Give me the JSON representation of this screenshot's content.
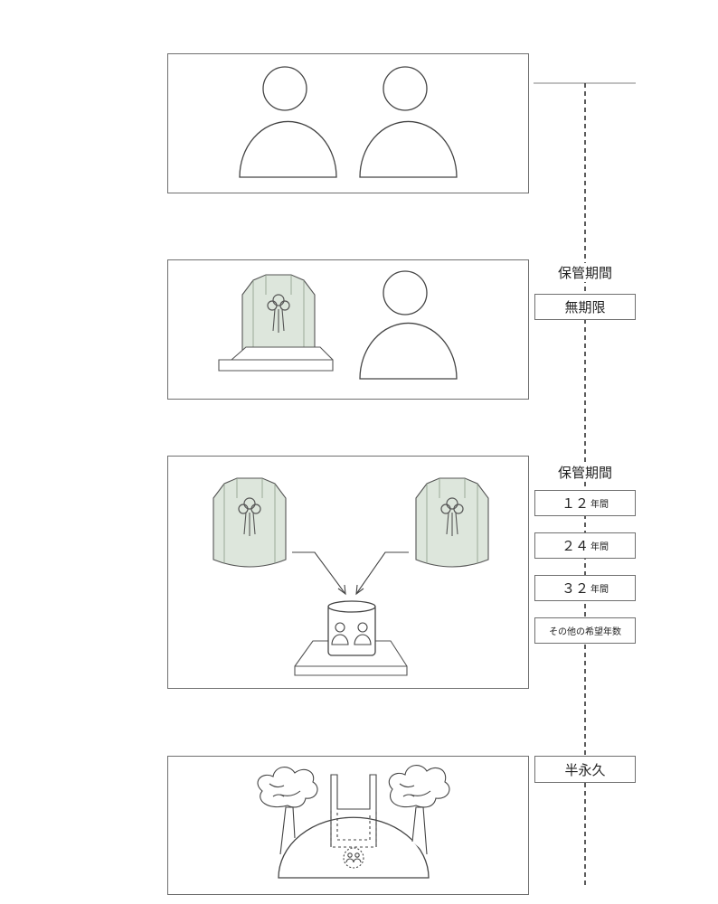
{
  "colors": {
    "line": "#555555",
    "urn_fill": "#dde6dc",
    "border": "#6f6f6f"
  },
  "timeline": {
    "stage2": {
      "heading": "保管期間",
      "period": "無期限"
    },
    "stage3": {
      "heading": "保管期間",
      "options": [
        {
          "num": "１２",
          "unit": "年間"
        },
        {
          "num": "２４",
          "unit": "年間"
        },
        {
          "num": "３２",
          "unit": "年間"
        }
      ],
      "other": "その他の希望年数"
    },
    "stage4": {
      "period": "半永久"
    }
  },
  "icons": {
    "stage1": [
      "person-icon",
      "person-icon"
    ],
    "stage2": [
      "urn-icon",
      "person-icon"
    ],
    "stage3": [
      "urn-icon",
      "urn-icon",
      "arrow-icon",
      "arrow-icon",
      "shared-urn-icon"
    ],
    "stage4": [
      "tree-icon",
      "tree-icon",
      "burial-mound-icon"
    ]
  }
}
